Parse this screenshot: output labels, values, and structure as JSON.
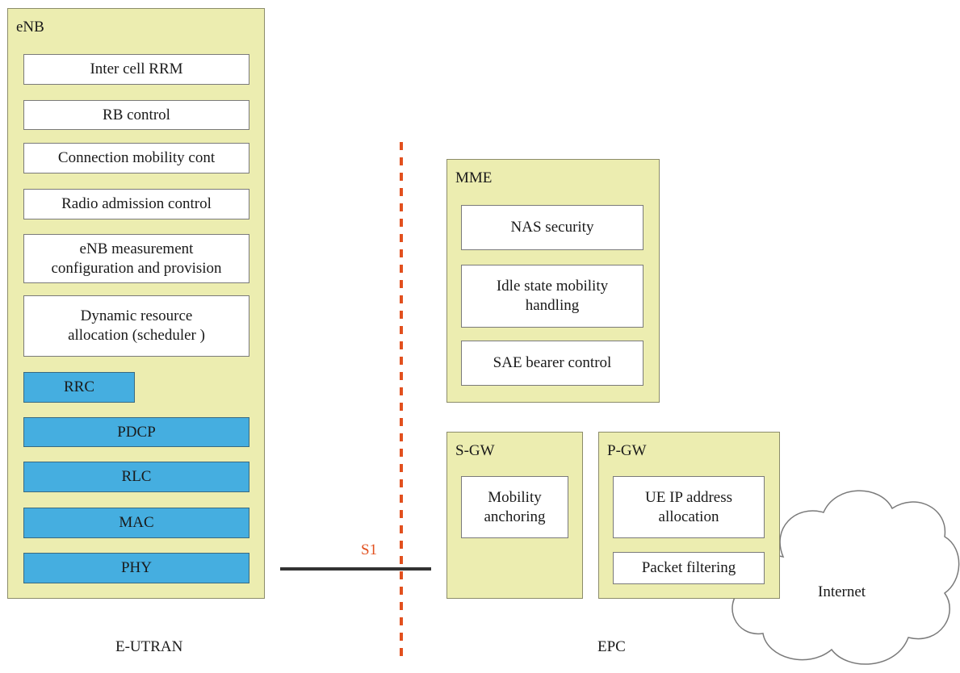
{
  "enb": {
    "title": "eNB",
    "functions": [
      "Inter cell RRM",
      "RB control",
      "Connection mobility cont",
      "Radio admission control",
      "eNB measurement\nconfiguration and provision",
      "Dynamic resource\nallocation (scheduler )"
    ],
    "protocols": [
      "RRC",
      "PDCP",
      "RLC",
      "MAC",
      "PHY"
    ]
  },
  "mme": {
    "title": "MME",
    "functions": [
      "NAS security",
      "Idle state mobility\nhandling",
      "SAE bearer control"
    ]
  },
  "sgw": {
    "title": "S-GW",
    "functions": [
      "Mobility\nanchoring"
    ]
  },
  "pgw": {
    "title": "P-GW",
    "functions": [
      "UE IP address\nallocation",
      "Packet filtering"
    ]
  },
  "interface_label": "S1",
  "internet_label": "Internet",
  "region_labels": {
    "left": "E-UTRAN",
    "right": "EPC"
  },
  "colors": {
    "node_fill": "#ecedb0",
    "protocol_fill": "#45aee0",
    "divider": "#e2501e",
    "link": "#333333"
  }
}
